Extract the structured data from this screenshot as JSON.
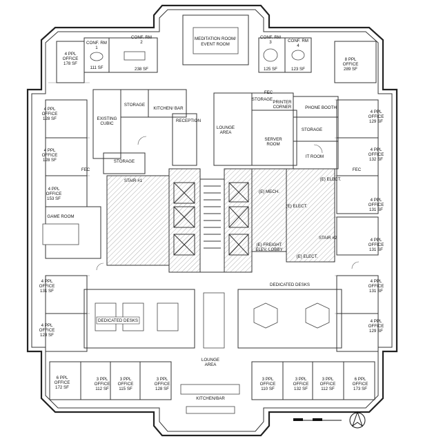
{
  "labels": {
    "meditation_l1": "MEDITATION ROOM/",
    "meditation_l2": "EVENT ROOM",
    "conf1_l1": "CONF. RM",
    "conf1_l2": "1",
    "conf1_sf": "111 SF",
    "conf2_l1": "CONF. RM",
    "conf2_l2": "2",
    "conf2_sf": "238 SF",
    "conf3_l1": "CONF. RM",
    "conf3_l2": "3",
    "conf3_sf": "125 SF",
    "conf4_l1": "CONF. RM",
    "conf4_l2": "4",
    "conf4_sf": "123 SF",
    "nw_off_l1": "4 PPL",
    "nw_off_l2": "OFFICE",
    "nw_off_sf": "178 SF",
    "ne_off_l1": "8 PPL",
    "ne_off_l2": "OFFICE",
    "ne_off_sf": "289 SF",
    "w1_l1": "4 PPL",
    "w1_l2": "OFFICE",
    "w1_sf": "128 SF",
    "w2_l1": "4 PPL",
    "w2_l2": "OFFICE",
    "w2_sf": "128 SF",
    "w3_l1": "4 PPL",
    "w3_l2": "OFFICE",
    "w3_sf": "153 SF",
    "w4_l1": "4 PPL",
    "w4_l2": "OFFICE",
    "w4_sf": "131 SF",
    "w5_l1": "4 PPL",
    "w5_l2": "OFFICE",
    "w5_sf": "128 SF",
    "e1_l1": "4 PPL",
    "e1_l2": "OFFICE",
    "e1_sf": "129 SF",
    "e2_l1": "4 PPL",
    "e2_l2": "OFFICE",
    "e2_sf": "132 SF",
    "e3_l1": "4 PPL",
    "e3_l2": "OFFICE",
    "e3_sf": "131 SF",
    "e4_l1": "4 PPL",
    "e4_l2": "OFFICE",
    "e4_sf": "131 SF",
    "e5_l1": "4 PPL",
    "e5_l2": "OFFICE",
    "e5_sf": "131 SF",
    "e6_l1": "4 PPL",
    "e6_l2": "OFFICE",
    "e6_sf": "129 SF",
    "s1_l1": "6 PPL",
    "s1_l2": "OFFICE",
    "s1_sf": "172 SF",
    "s2_l1": "3 PPL",
    "s2_l2": "OFFICE",
    "s2_sf": "112 SF",
    "s3_l1": "3 PPL",
    "s3_l2": "OFFICE",
    "s3_sf": "115 SF",
    "s4_l1": "3 PPL",
    "s4_l2": "OFFICE",
    "s4_sf": "128 SF",
    "s5_l1": "3 PPL",
    "s5_l2": "OFFICE",
    "s5_sf": "110 SF",
    "s6_l1": "3 PPL",
    "s6_l2": "OFFICE",
    "s6_sf": "132 SF",
    "s7_l1": "3 PPL",
    "s7_l2": "OFFICE",
    "s7_sf": "112 SF",
    "s8_l1": "6 PPL",
    "s8_l2": "OFFICE",
    "s8_sf": "173 SF",
    "storage_top": "STORAGE",
    "kitchen_bar_top": "KITCHEN/ BAR",
    "existing_cubic_l1": "EXISTING",
    "existing_cubic_l2": "CUBIC",
    "reception": "RECEPTION",
    "storage_mid": "STORAGE",
    "lounge_area_top_l1": "LOUNGE",
    "lounge_area_top_l2": "AREA",
    "storage_right": "STORAGE",
    "printer_corner_l1": "PRINTER",
    "printer_corner_l2": "CORNER",
    "phone_booth": "PHONE BOOTH",
    "storage_right2": "STORAGE",
    "server_room_l1": "SERVER",
    "server_room_l2": "ROOM",
    "it_room": "IT ROOM",
    "game_room": "GAME ROOM",
    "dedicated_desks_left": "DEDICATED DESKS",
    "dedicated_desks_right": "DEDICATED DESKS",
    "lounge_area_bottom_l1": "LOUNGE",
    "lounge_area_bottom_l2": "AREA",
    "kitchen_bar_bottom": "KITCHEN/BAR",
    "fec_top": "FEC",
    "fec_left": "FEC",
    "fec_right": "FEC",
    "stair_left": "STAIR #1",
    "stair_right": "STAIR #2",
    "mech": "(E) MECH.",
    "elec1": "(E) ELECT.",
    "elec2": "(E) ELECT.",
    "elec3": "(E) ELECT.",
    "freight_l1": "(E) FREIGHT",
    "freight_l2": "ELEV. LOBBY"
  }
}
